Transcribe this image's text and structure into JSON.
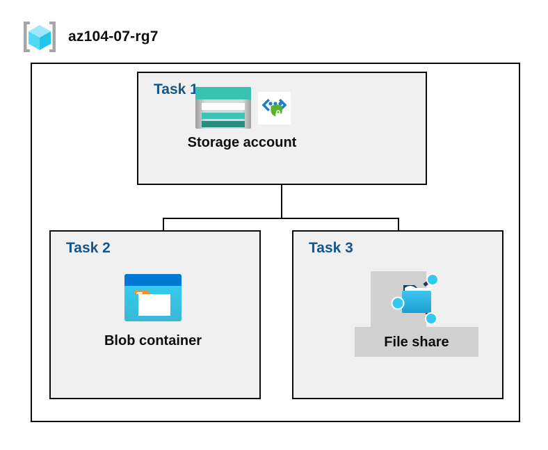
{
  "header": {
    "icon": "resource-group-cube-icon",
    "title": "az104-07-rg7"
  },
  "diagram": {
    "type": "azure-resource-hierarchy",
    "colors": {
      "task_label": "#14558a",
      "panel_background": "#f0f0f0",
      "border": "#0a0a0a",
      "highlight_background": "#d0d0d0",
      "storage_teal": "#37c2b1",
      "storage_teal_dark": "#2a8c7e",
      "blob_blue": "#0078d4",
      "blob_cyan": "#32c8ef",
      "blob_orange": "#f78d28",
      "shield_green": "#5bb12f",
      "node_cyan": "#32c8ef",
      "node_navy": "#12395e"
    },
    "panels": [
      {
        "id": "task1",
        "label": "Task 1",
        "node": {
          "caption": "Storage account",
          "icons": [
            "storage-account-icon",
            "storage-security-shield-icon"
          ]
        }
      },
      {
        "id": "task2",
        "label": "Task 2",
        "node": {
          "caption": "Blob container",
          "icons": [
            "blob-container-icon"
          ]
        }
      },
      {
        "id": "task3",
        "label": "Task 3",
        "node": {
          "caption": "File share",
          "icons": [
            "file-share-icon"
          ],
          "highlighted": true
        }
      }
    ],
    "connections": [
      {
        "from": "task1",
        "to": "task2"
      },
      {
        "from": "task1",
        "to": "task3"
      }
    ]
  }
}
